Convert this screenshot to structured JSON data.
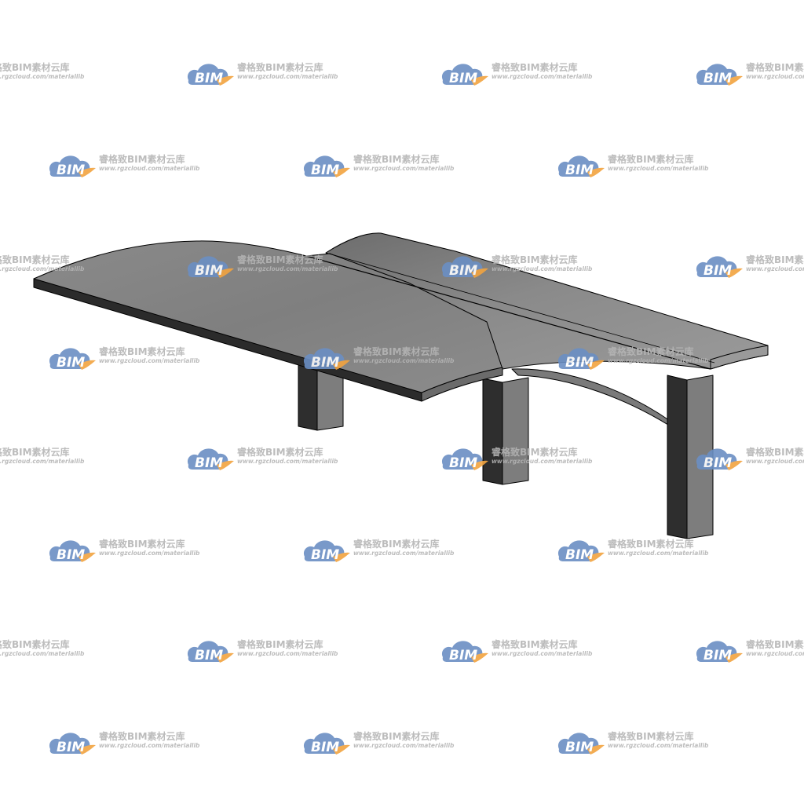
{
  "watermark": {
    "brand_cn": "睿格致BIM素材云库",
    "url": "www.rgzcloud.com/materiallib",
    "logo_text": "BIM",
    "cloud_color": "#6b8fc4",
    "swoosh_color": "#f2a440",
    "text_color": "#b5b5b5"
  },
  "model": {
    "top_color": "#808080",
    "edge_dark_color": "#2b2b2b",
    "post_light_color": "#7d7d7d",
    "post_dark_color": "#2e2e2e",
    "outline_color": "#000000"
  }
}
